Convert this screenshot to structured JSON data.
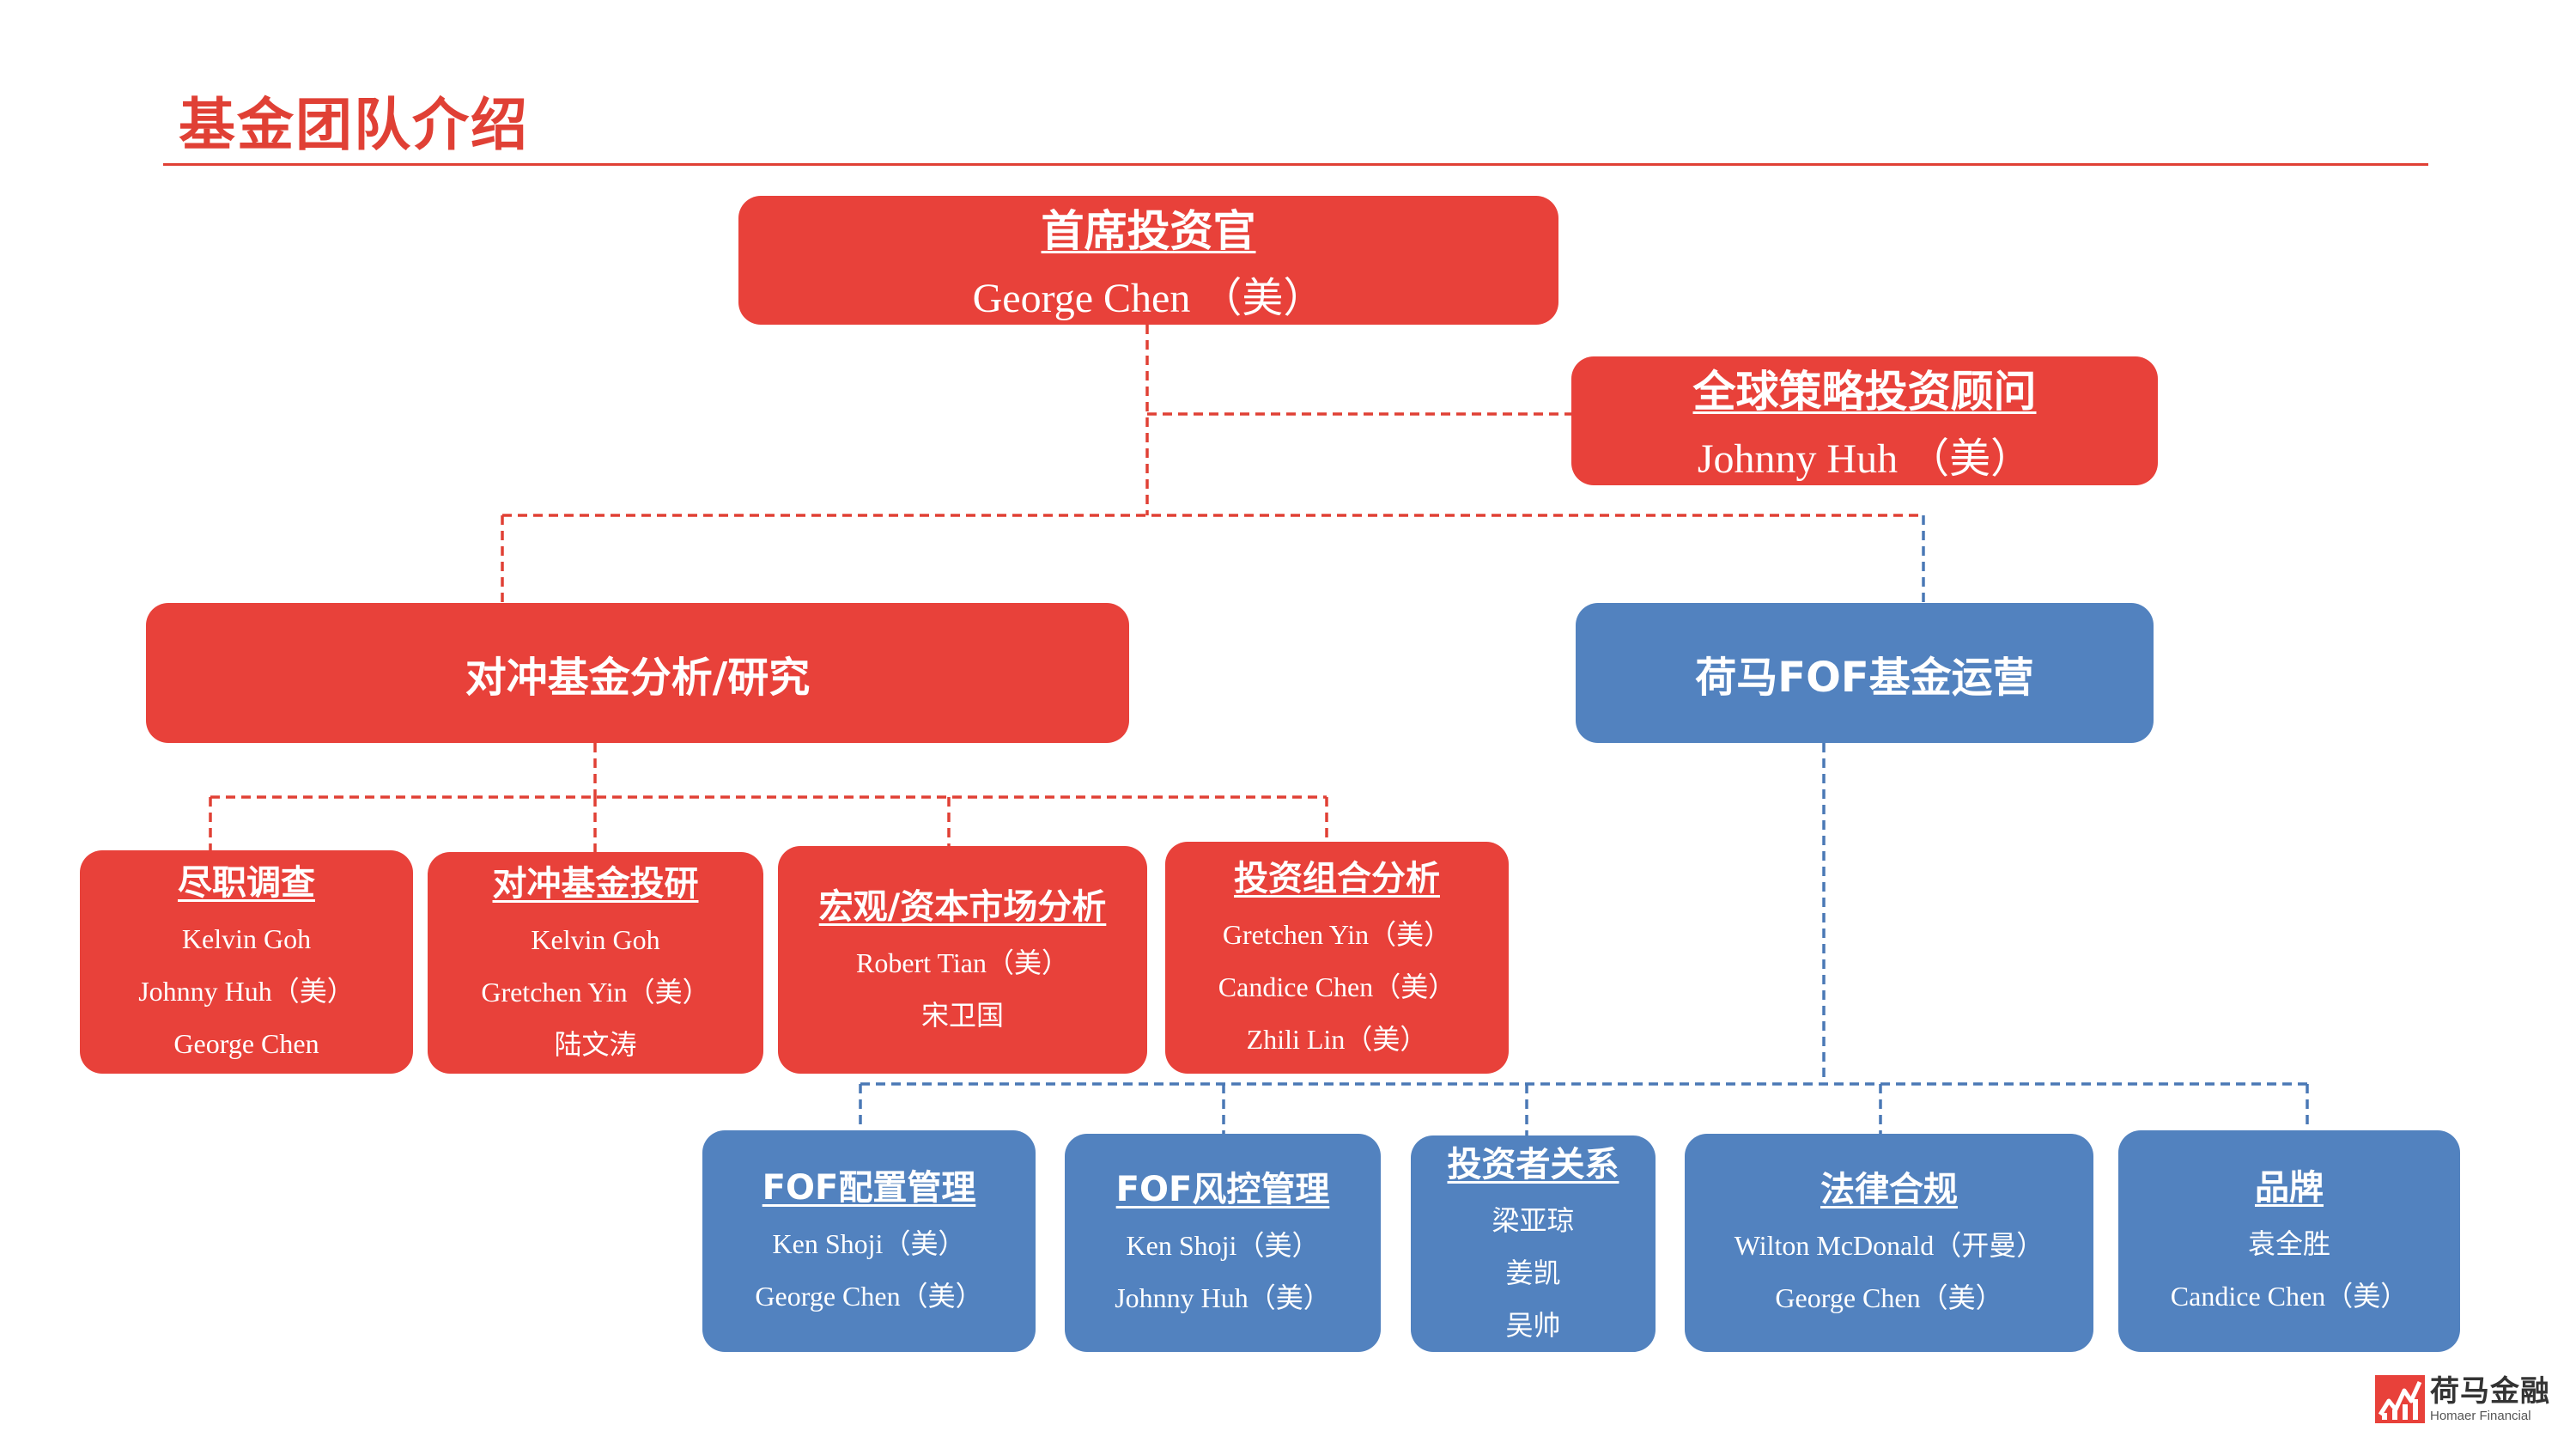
{
  "page": {
    "title": "基金团队介绍"
  },
  "colors": {
    "red": "#e8413a",
    "blue": "#5282bf",
    "title_red": "#e04035"
  },
  "org": {
    "cio": {
      "title": "首席投资官",
      "names": [
        "George Chen （美）"
      ]
    },
    "advisor": {
      "title": "全球策略投资顾问",
      "names": [
        "Johnny Huh （美）"
      ]
    },
    "hedge": {
      "title": "对冲基金分析/研究"
    },
    "fof": {
      "title": "荷马FOF基金运营"
    },
    "hedge_teams": [
      {
        "title": "尽职调查",
        "names": [
          "Kelvin Goh",
          "Johnny Huh（美）",
          "George Chen"
        ]
      },
      {
        "title": "对冲基金投研",
        "names": [
          "Kelvin Goh",
          "Gretchen Yin（美）",
          "陆文涛"
        ]
      },
      {
        "title": "宏观/资本市场分析",
        "names": [
          "Robert Tian（美）",
          "宋卫国"
        ]
      },
      {
        "title": "投资组合分析",
        "names": [
          "Gretchen Yin（美）",
          "Candice Chen（美）",
          "Zhili Lin（美）"
        ]
      }
    ],
    "fof_teams": [
      {
        "title": "FOF配置管理",
        "names": [
          "Ken Shoji（美）",
          "George Chen（美）"
        ]
      },
      {
        "title": "FOF风控管理",
        "names": [
          "Ken Shoji（美）",
          "Johnny Huh（美）"
        ]
      },
      {
        "title": "投资者关系",
        "names": [
          "梁亚琼",
          "姜凯",
          "吴帅"
        ]
      },
      {
        "title": "法律合规",
        "names": [
          "Wilton McDonald（开曼）",
          "George Chen（美）"
        ]
      },
      {
        "title": "品牌",
        "names": [
          "袁全胜",
          "Candice Chen（美）"
        ]
      }
    ]
  },
  "logo": {
    "icon": "homaer-logo-icon",
    "cn": "荷马金融",
    "en": "Homaer Financial"
  }
}
